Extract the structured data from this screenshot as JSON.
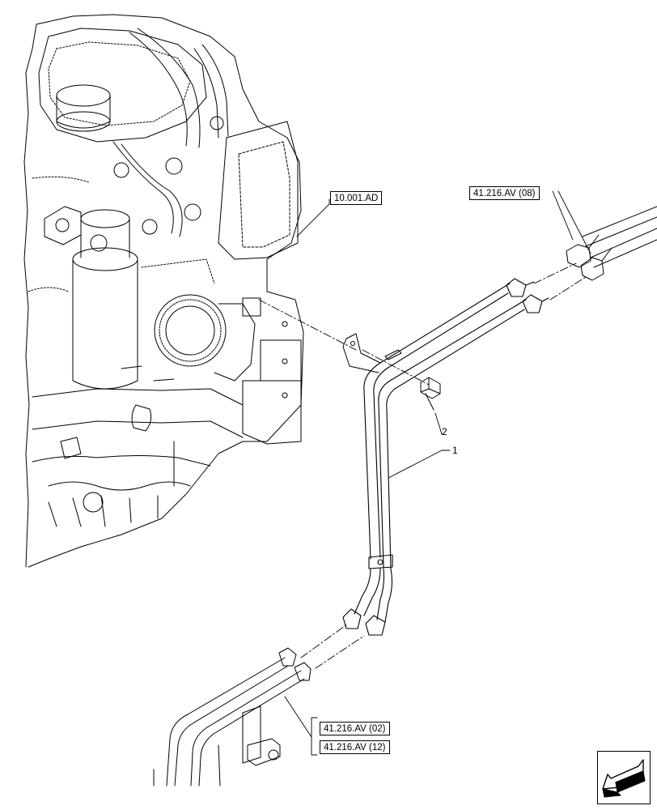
{
  "references": {
    "engine_block": "10.001.AD",
    "upper_lines": "41.216.AV (08)",
    "lower_line_a": "41.216.AV (02)",
    "lower_line_b": "41.216.AV (12)"
  },
  "callouts": {
    "pipe_assembly": "1",
    "bolt": "2"
  },
  "icons": {
    "nav": "previous-page-arrow-icon"
  }
}
